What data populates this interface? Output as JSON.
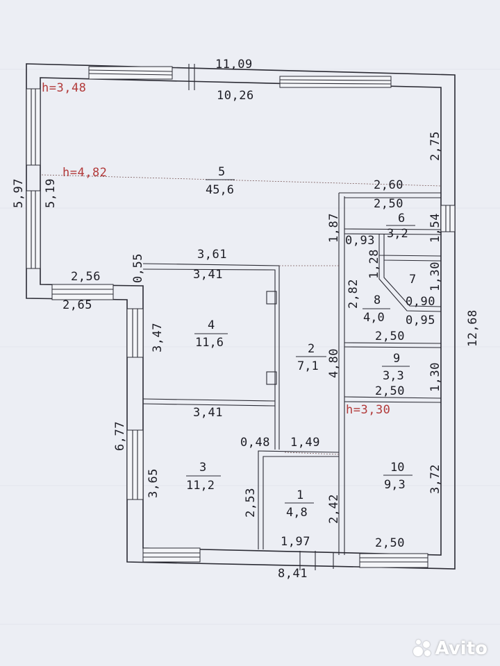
{
  "plan": {
    "overall": {
      "top_outer": "11,09",
      "top_inner": "10,26",
      "left_outer": "5,97",
      "left_inner": "5,19",
      "right_outer": "12,68",
      "bottom_outer": "8,41",
      "left_lower_outer": "6,77"
    },
    "heights": {
      "h1": "h=3,48",
      "h2": "h=4,82",
      "h3": "h=3,30"
    },
    "room5": {
      "num": "5",
      "area": "45,6"
    },
    "room4": {
      "num": "4",
      "area": "11,6"
    },
    "room3": {
      "num": "3",
      "area": "11,2"
    },
    "room2": {
      "num": "2",
      "area": "7,1"
    },
    "room1": {
      "num": "1",
      "area": "4,8"
    },
    "room6": {
      "num": "6",
      "area": "3,2"
    },
    "room7": {
      "num": "7"
    },
    "room8": {
      "num": "8",
      "area": "4,0"
    },
    "room9": {
      "num": "9",
      "area": "3,3"
    },
    "room10": {
      "num": "10",
      "area": "9,3"
    },
    "dims": {
      "d_275": "2,75",
      "d_260": "2,60",
      "d_250a": "2,50",
      "d_187": "1,87",
      "d_154": "1,54",
      "d_093": "0,93",
      "d_128": "1,28",
      "d_130a": "1,30",
      "d_090": "0,90",
      "d_095": "0,95",
      "d_282": "2,82",
      "d_250b": "2,50",
      "d_480": "4,80",
      "d_130b": "1,30",
      "d_250c": "2,50",
      "d_372": "3,72",
      "d_250d": "2,50",
      "d_242": "2,42",
      "d_197": "1,97",
      "d_149": "1,49",
      "d_048": "0,48",
      "d_253": "2,53",
      "d_365": "3,65",
      "d_341a": "3,41",
      "d_341b": "3,41",
      "d_361": "3,61",
      "d_055": "0,55",
      "d_347": "3,47",
      "d_256": "2,56",
      "d_265": "2,65"
    }
  },
  "watermark": {
    "text": "Avito"
  }
}
